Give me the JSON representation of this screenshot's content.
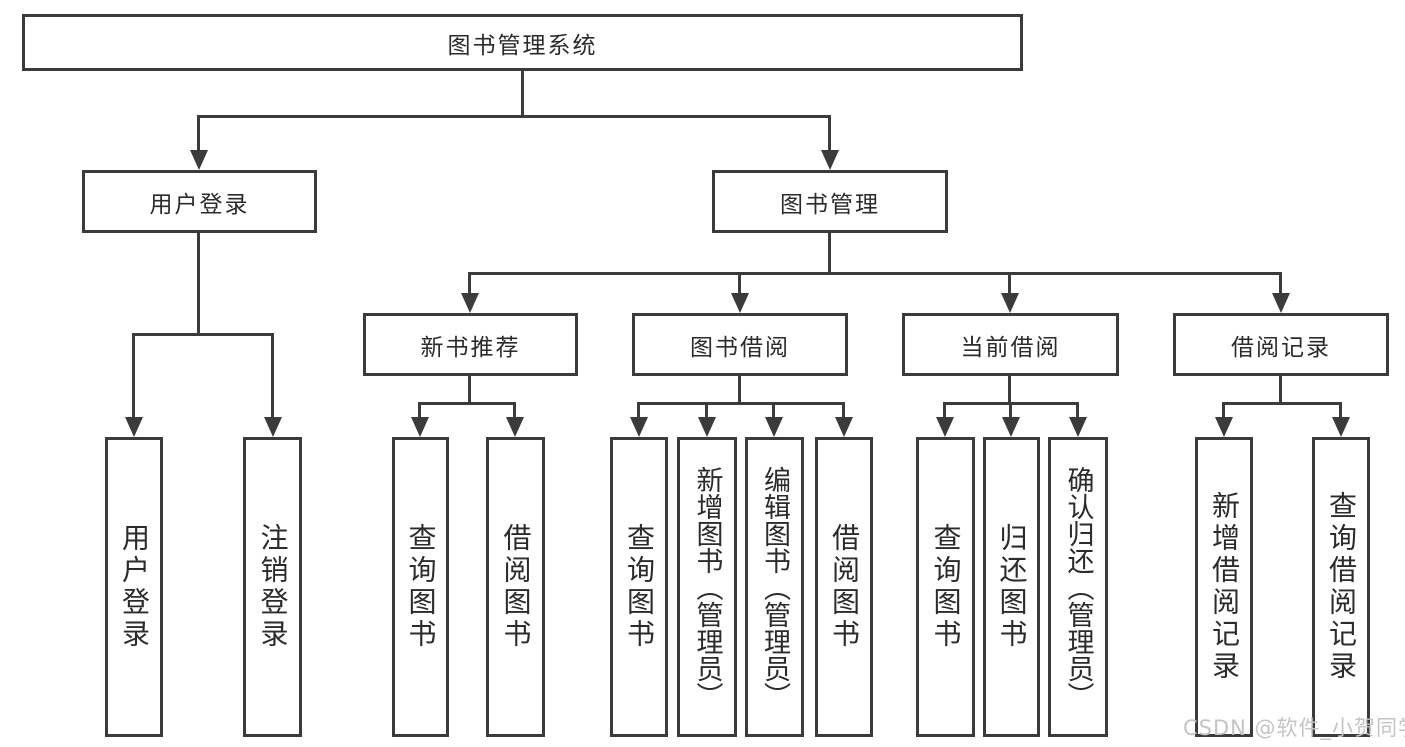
{
  "diagram_title": "图书管理系统",
  "nodes": {
    "root": "图书管理系统",
    "user_login": "用户登录",
    "book_management": "图书管理",
    "new_book_recommend": "新书推荐",
    "book_borrowing": "图书借阅",
    "current_borrowing": "当前借阅",
    "borrowing_records": "借阅记录",
    "leaf_user_login": "用户登录",
    "leaf_logout": "注销登录",
    "leaf_query_books_recommend": "查询图书",
    "leaf_borrow_books_recommend": "借阅图书",
    "leaf_query_books_borrowing": "查询图书",
    "leaf_add_books_admin": "新增图书（管理员）",
    "leaf_edit_books_admin": "编辑图书（管理员）",
    "leaf_borrow_books_borrowing": "借阅图书",
    "leaf_query_books_current": "查询图书",
    "leaf_return_books": "归还图书",
    "leaf_confirm_return_admin": "确认归还（管理员）",
    "leaf_add_borrow_record": "新增借阅记录",
    "leaf_query_borrow_record": "查询借阅记录"
  },
  "hierarchy": {
    "图书管理系统": {
      "用户登录": [
        "用户登录",
        "注销登录"
      ],
      "图书管理": {
        "新书推荐": [
          "查询图书",
          "借阅图书"
        ],
        "图书借阅": [
          "查询图书",
          "新增图书（管理员）",
          "编辑图书（管理员）",
          "借阅图书"
        ],
        "当前借阅": [
          "查询图书",
          "归还图书",
          "确认归还（管理员）"
        ],
        "借阅记录": [
          "新增借阅记录",
          "查询借阅记录"
        ]
      }
    }
  },
  "watermark": {
    "text": "CSDN @软件_小贺同学",
    "color": "#c4c4c4"
  },
  "colors": {
    "line": "#3b3b3b",
    "text": "#2b2b2b",
    "background": "#ffffff"
  }
}
